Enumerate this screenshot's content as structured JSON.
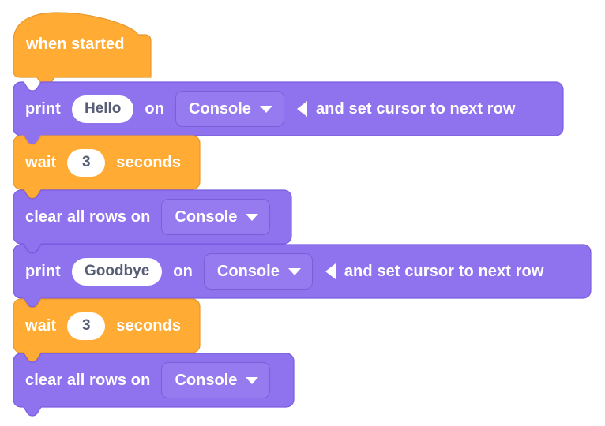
{
  "editor": {
    "name": "block-code-workspace",
    "background": "#ffffff",
    "colors": {
      "event_block": "#ffab34",
      "event_block_stroke": "#e8972c",
      "loop_block": "#ffab34",
      "console_block": "#8f73ee",
      "console_block_stroke": "#7a5de0",
      "field_text": "#575e75",
      "label_text": "#ffffff"
    }
  },
  "script": {
    "blocks": [
      {
        "id": "when-started",
        "kind": "hat",
        "category": "loops",
        "color": "#ffab34",
        "label": "when started"
      },
      {
        "id": "print-hello",
        "kind": "statement",
        "category": "console",
        "color": "#8f73ee",
        "label_1": "print",
        "text_value": "Hello",
        "label_2": "on",
        "dropdown_value": "Console",
        "toggle_icon": "left-triangle-icon",
        "label_3": "and set cursor to next row"
      },
      {
        "id": "wait-3-seconds-a",
        "kind": "statement",
        "category": "loops",
        "color": "#ffab34",
        "label_1": "wait",
        "number_value": "3",
        "label_2": "seconds"
      },
      {
        "id": "clear-all-rows-a",
        "kind": "statement",
        "category": "console",
        "color": "#8f73ee",
        "label_1": "clear all rows on",
        "dropdown_value": "Console"
      },
      {
        "id": "print-goodbye",
        "kind": "statement",
        "category": "console",
        "color": "#8f73ee",
        "label_1": "print",
        "text_value": "Goodbye",
        "label_2": "on",
        "dropdown_value": "Console",
        "toggle_icon": "left-triangle-icon",
        "label_3": "and set cursor to next row"
      },
      {
        "id": "wait-3-seconds-b",
        "kind": "statement",
        "category": "loops",
        "color": "#ffab34",
        "label_1": "wait",
        "number_value": "3",
        "label_2": "seconds"
      },
      {
        "id": "clear-all-rows-b",
        "kind": "statement",
        "category": "console",
        "color": "#8f73ee",
        "label_1": "clear all rows on",
        "dropdown_value": "Console"
      }
    ]
  }
}
